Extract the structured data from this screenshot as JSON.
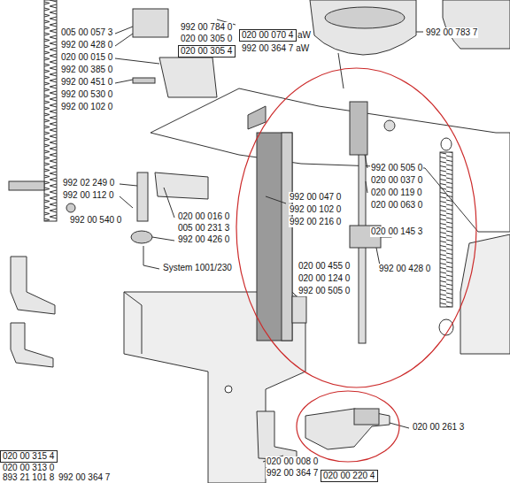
{
  "diagram": {
    "nodes": [
      {
        "text": [
          "992 00 505 0",
          "020 00 037 0",
          "020 00 119 0",
          "020 00 063 0",
          "992 00 047 0",
          "992 00 102 0",
          "992 00 216 0",
          "020 00 145 3",
          "992 00 428 0",
          "020 00 455 0",
          "020 00 124 0",
          "992 00 505 0"
        ]
      },
      {
        "text": [
          "020 00 070 4"
        ]
      },
      {
        "text": [
          "020 00 305 4"
        ]
      },
      {
        "text": [
          "020 00 315 4"
        ]
      },
      {
        "text": [
          "020 00 220 4"
        ]
      }
    ],
    "labels": [
      "005 00 057 3",
      "992 00 428 0",
      "992 00 784 0",
      "020 00 305 0",
      "aW",
      "992 00 364 7 aW",
      "992 00 783 7",
      "020 00 015 0",
      "992 00 385 0",
      "992 00 451 0",
      "992 00 530 0",
      "992 00 102 0",
      "992 02 249 0",
      "992 00 112 0",
      "992 00 540 0",
      "020 00 016 0",
      "005 00 231 3",
      "992 00 426 0",
      "System 1001/230",
      "020 00 261 3",
      "020 00 008 0",
      "992 00 364 7",
      "020 00 313 0",
      "893 21 101 8",
      "992 00 364 7"
    ]
  }
}
